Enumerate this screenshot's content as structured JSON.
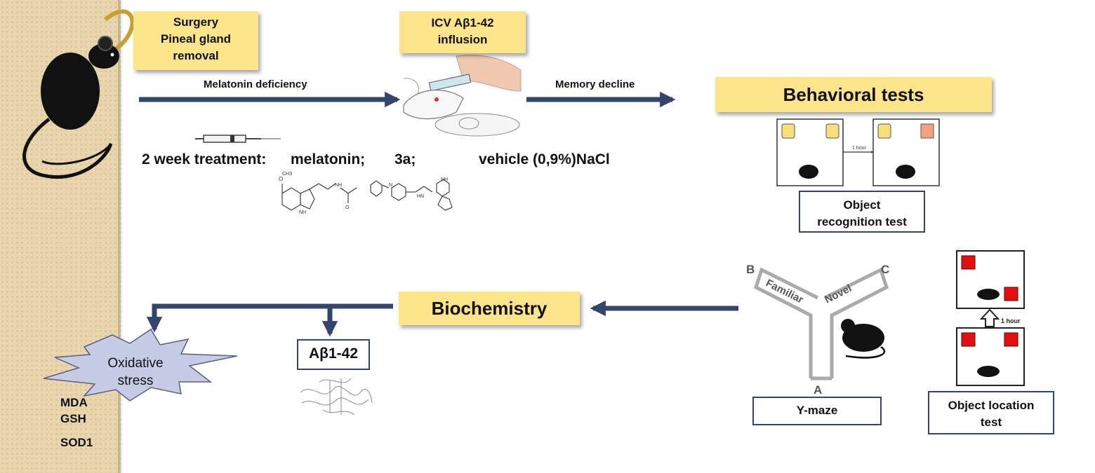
{
  "top": {
    "surgery": [
      "Surgery",
      "Pineal gland",
      "removal"
    ],
    "icv": [
      "ICV Aβ1-42",
      "influsion"
    ],
    "melatonin_deficiency": "Melatonin deficiency",
    "memory_decline": "Memory decline",
    "behavioral_tests": "Behavioral tests"
  },
  "treatment": {
    "prefix": "2 week treatment:",
    "melatonin": "melatonin;",
    "compound": "3a;",
    "vehicle": "vehicle (0,9%)NaCl"
  },
  "object_recognition": {
    "label": [
      "Object",
      "recognition test"
    ],
    "interval": "1 hour"
  },
  "biochemistry": "Biochemistry",
  "oxidative": {
    "label": [
      "Oxidative",
      "stress"
    ],
    "markers": [
      "MDA",
      "GSH",
      "SOD1"
    ]
  },
  "abeta": "Aβ1-42",
  "ymaze": {
    "label": "Y-maze",
    "arms": {
      "A": "A",
      "B": "B",
      "C": "C"
    },
    "familiar": "Familiar",
    "novel": "Novel"
  },
  "object_location": {
    "label": [
      "Object location",
      "test"
    ],
    "interval": "1 hour"
  },
  "chem": {
    "methoxy": "O",
    "methyl": "CH3",
    "nh": "NH",
    "nh_ring": "NH",
    "o": "O",
    "n": "N",
    "hn": "HN",
    "nh2": "NH"
  },
  "colors": {
    "yellow_box": "#fbe48a",
    "arrow": "#33456b",
    "star": "#c6cbe6",
    "red": "#e01010"
  }
}
